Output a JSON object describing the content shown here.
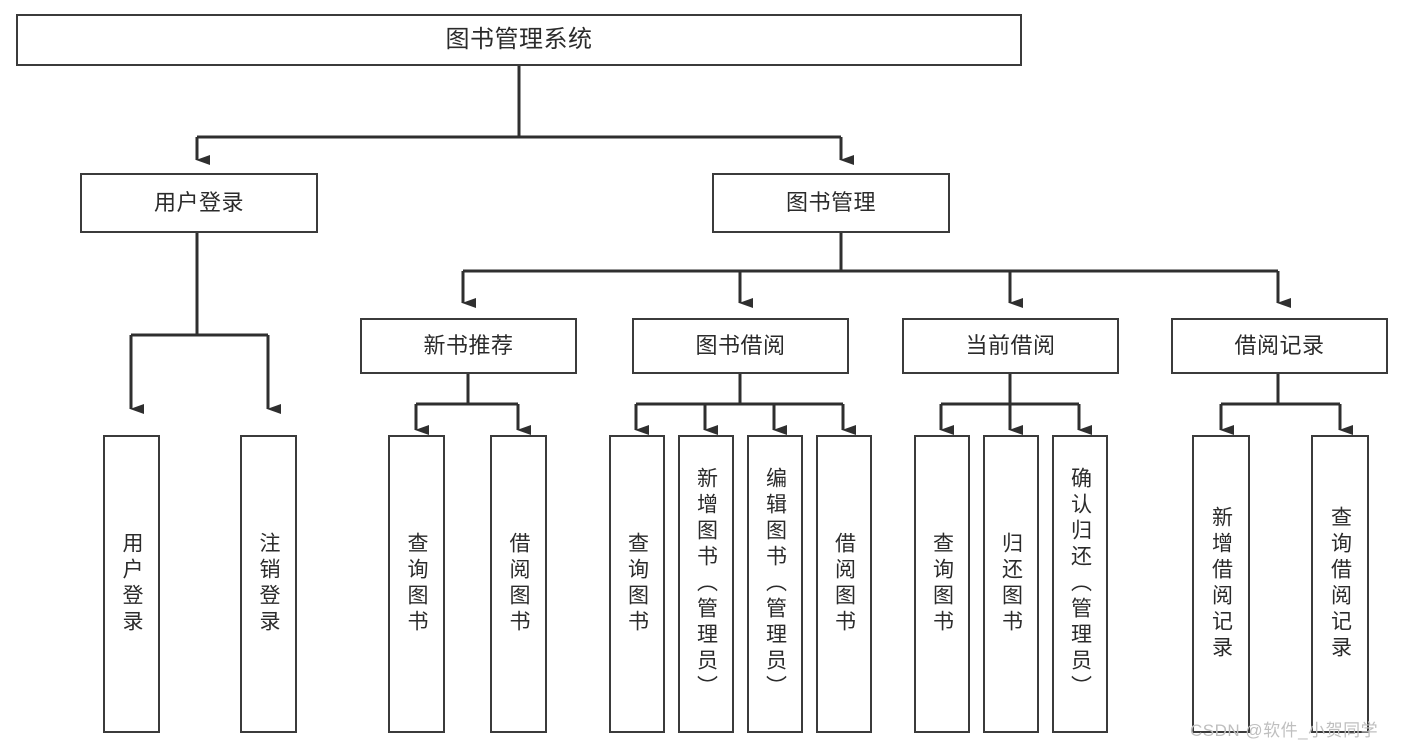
{
  "diagram": {
    "type": "tree",
    "title": "图书管理系统",
    "watermark": "CSDN @软件_小贺同学",
    "colors": {
      "box_border": "#3b3b3b",
      "box_fill": "#ffffff",
      "edge": "#2f2f2f",
      "text": "#2b2b2b",
      "watermark": "#bfbfbf",
      "background": "#ffffff"
    },
    "levels": {
      "root": {
        "label": "图书管理系统"
      },
      "level2": [
        {
          "label": "用户登录"
        },
        {
          "label": "图书管理"
        }
      ],
      "level3": [
        {
          "label": "新书推荐"
        },
        {
          "label": "图书借阅"
        },
        {
          "label": "当前借阅"
        },
        {
          "label": "借阅记录"
        }
      ],
      "leaves": {
        "user_login": [
          {
            "label": "用户登录"
          },
          {
            "label": "注销登录"
          }
        ],
        "new_book_recommend": [
          {
            "label": "查询图书"
          },
          {
            "label": "借阅图书"
          }
        ],
        "book_borrow": [
          {
            "label": "查询图书"
          },
          {
            "label": "新增图书（管理员）"
          },
          {
            "label": "编辑图书（管理员）"
          },
          {
            "label": "借阅图书"
          }
        ],
        "current_borrow": [
          {
            "label": "查询图书"
          },
          {
            "label": "归还图书"
          },
          {
            "label": "确认归还（管理员）"
          }
        ],
        "borrow_record": [
          {
            "label": "新增借阅记录"
          },
          {
            "label": "查询借阅记录"
          }
        ]
      }
    }
  }
}
